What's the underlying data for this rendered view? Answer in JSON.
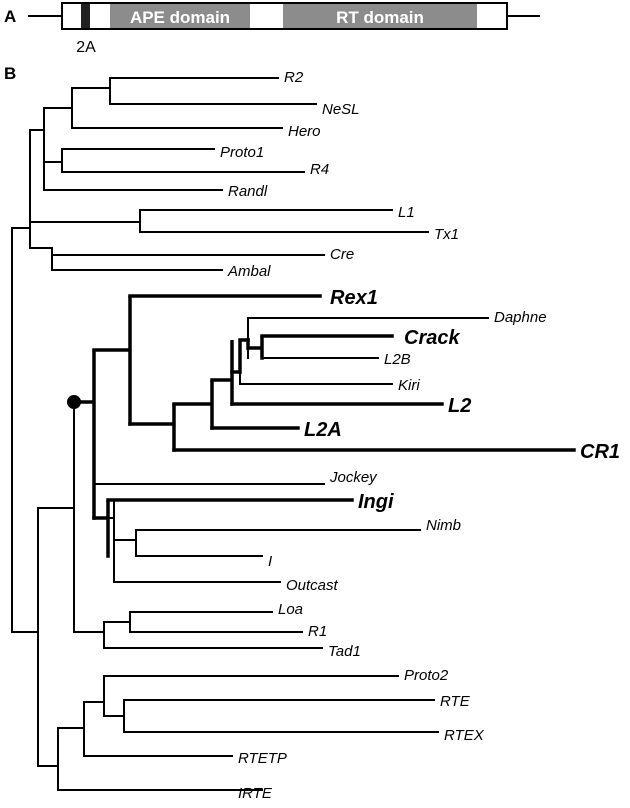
{
  "panel_a": {
    "label": "A",
    "domains": [
      "APE domain",
      "RT domain"
    ],
    "motif_label": "2A"
  },
  "panel_b": {
    "label": "B",
    "taxa": {
      "R2": "R2",
      "NeSL": "NeSL",
      "Hero": "Hero",
      "Proto1": "Proto1",
      "R4": "R4",
      "Randl": "Randl",
      "L1": "L1",
      "Tx1": "Tx1",
      "Cre": "Cre",
      "Ambal": "Ambal",
      "Rex1": "Rex1",
      "Daphne": "Daphne",
      "Crack": "Crack",
      "L2B": "L2B",
      "Kiri": "Kiri",
      "L2": "L2",
      "L2A": "L2A",
      "CR1": "CR1",
      "Jockey": "Jockey",
      "Ingi": "Ingi",
      "Nimb": "Nimb",
      "I": "I",
      "Outcast": "Outcast",
      "Loa": "Loa",
      "R1": "R1",
      "Tad1": "Tad1",
      "Proto2": "Proto2",
      "RTE": "RTE",
      "RTEX": "RTEX",
      "RTETP": "RTETP",
      "IRTE": "IRTE"
    }
  }
}
